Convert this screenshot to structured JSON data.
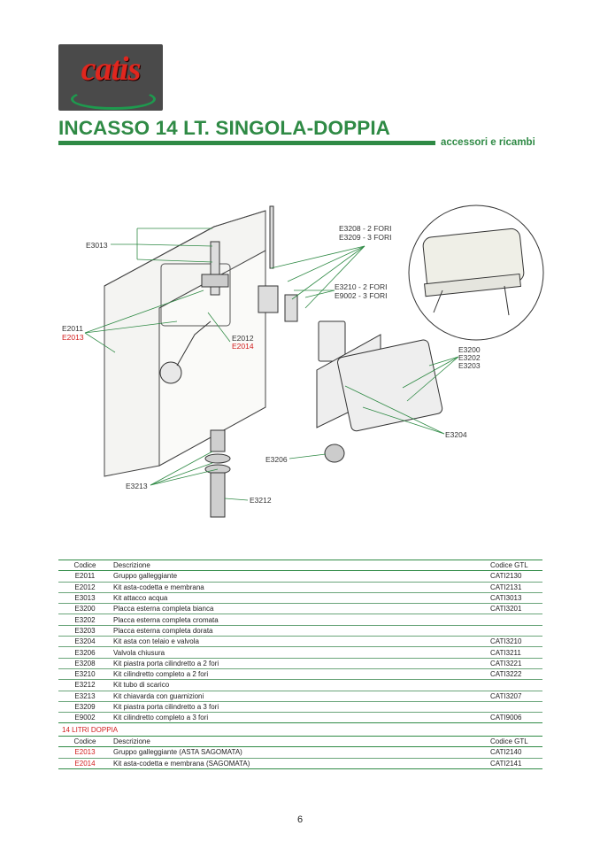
{
  "brand": {
    "logo_text": "catis",
    "logo_colors": [
      "#4a4a4a",
      "#e0261e",
      "#1e9a4e"
    ]
  },
  "header": {
    "title": "INCASSO 14 LT. SINGOLA-DOPPIA",
    "subtitle": "accessori e ricambi"
  },
  "diagram": {
    "labels": {
      "e3013": "E3013",
      "e3208": "E3208 - 2 FORI",
      "e3209": "E3209 - 3 FORI",
      "e3210": "E3210 - 2 FORI",
      "e9002": "E9002 - 3 FORI",
      "e2011": "E2011",
      "e2013": "E2013",
      "e2012": "E2012",
      "e2014": "E2014",
      "e3200": "E3200",
      "e3202": "E3202",
      "e3203": "E3203",
      "e3204": "E3204",
      "e3206": "E3206",
      "e3213": "E3213",
      "e3212": "E3212"
    }
  },
  "table1": {
    "headers": {
      "code": "Codice",
      "desc": "Descrizione",
      "gtl": "Codice GTL"
    },
    "rows": [
      {
        "code": "E2011",
        "desc": "Gruppo galleggiante",
        "gtl": "CATI2130"
      },
      {
        "code": "E2012",
        "desc": "Kit asta-codetta e membrana",
        "gtl": "CATI2131"
      },
      {
        "code": "E3013",
        "desc": "Kit attacco acqua",
        "gtl": "CATI3013"
      },
      {
        "code": "E3200",
        "desc": "Placca esterna completa bianca",
        "gtl": "CATI3201"
      },
      {
        "code": "E3202",
        "desc": "Placca esterna completa cromata",
        "gtl": ""
      },
      {
        "code": "E3203",
        "desc": "Placca esterna completa dorata",
        "gtl": ""
      },
      {
        "code": "E3204",
        "desc": "Kit asta con telaio e valvola",
        "gtl": "CATI3210"
      },
      {
        "code": "E3206",
        "desc": "Valvola chiusura",
        "gtl": "CATI3211"
      },
      {
        "code": "E3208",
        "desc": "Kit piastra porta cilindretto a 2 fori",
        "gtl": "CATI3221"
      },
      {
        "code": "E3210",
        "desc": "Kit cilindretto completo a 2 fori",
        "gtl": "CATI3222"
      },
      {
        "code": "E3212",
        "desc": "Kit tubo di scarico",
        "gtl": ""
      },
      {
        "code": "E3213",
        "desc": "Kit chiavarda con guarnizioni",
        "gtl": "CATI3207"
      },
      {
        "code": "E3209",
        "desc": "Kit piastra porta cilindretto a 3 fori",
        "gtl": ""
      },
      {
        "code": "E9002",
        "desc": "Kit cilindretto completo a 3 fori",
        "gtl": "CATI9006"
      }
    ]
  },
  "table2": {
    "section_title": "14 LITRI DOPPIA",
    "headers": {
      "code": "Codice",
      "desc": "Descrizione",
      "gtl": "Codice GTL"
    },
    "rows": [
      {
        "code": "E2013",
        "desc": "Gruppo galleggiante (ASTA SAGOMATA)",
        "gtl": "CATI2140"
      },
      {
        "code": "E2014",
        "desc": "Kit asta-codetta e membrana (SAGOMATA)",
        "gtl": "CATI2141"
      }
    ]
  },
  "footer": {
    "page_number": "6"
  },
  "colors": {
    "accent_green": "#2f8a45",
    "highlight_red": "#d21e1e"
  }
}
